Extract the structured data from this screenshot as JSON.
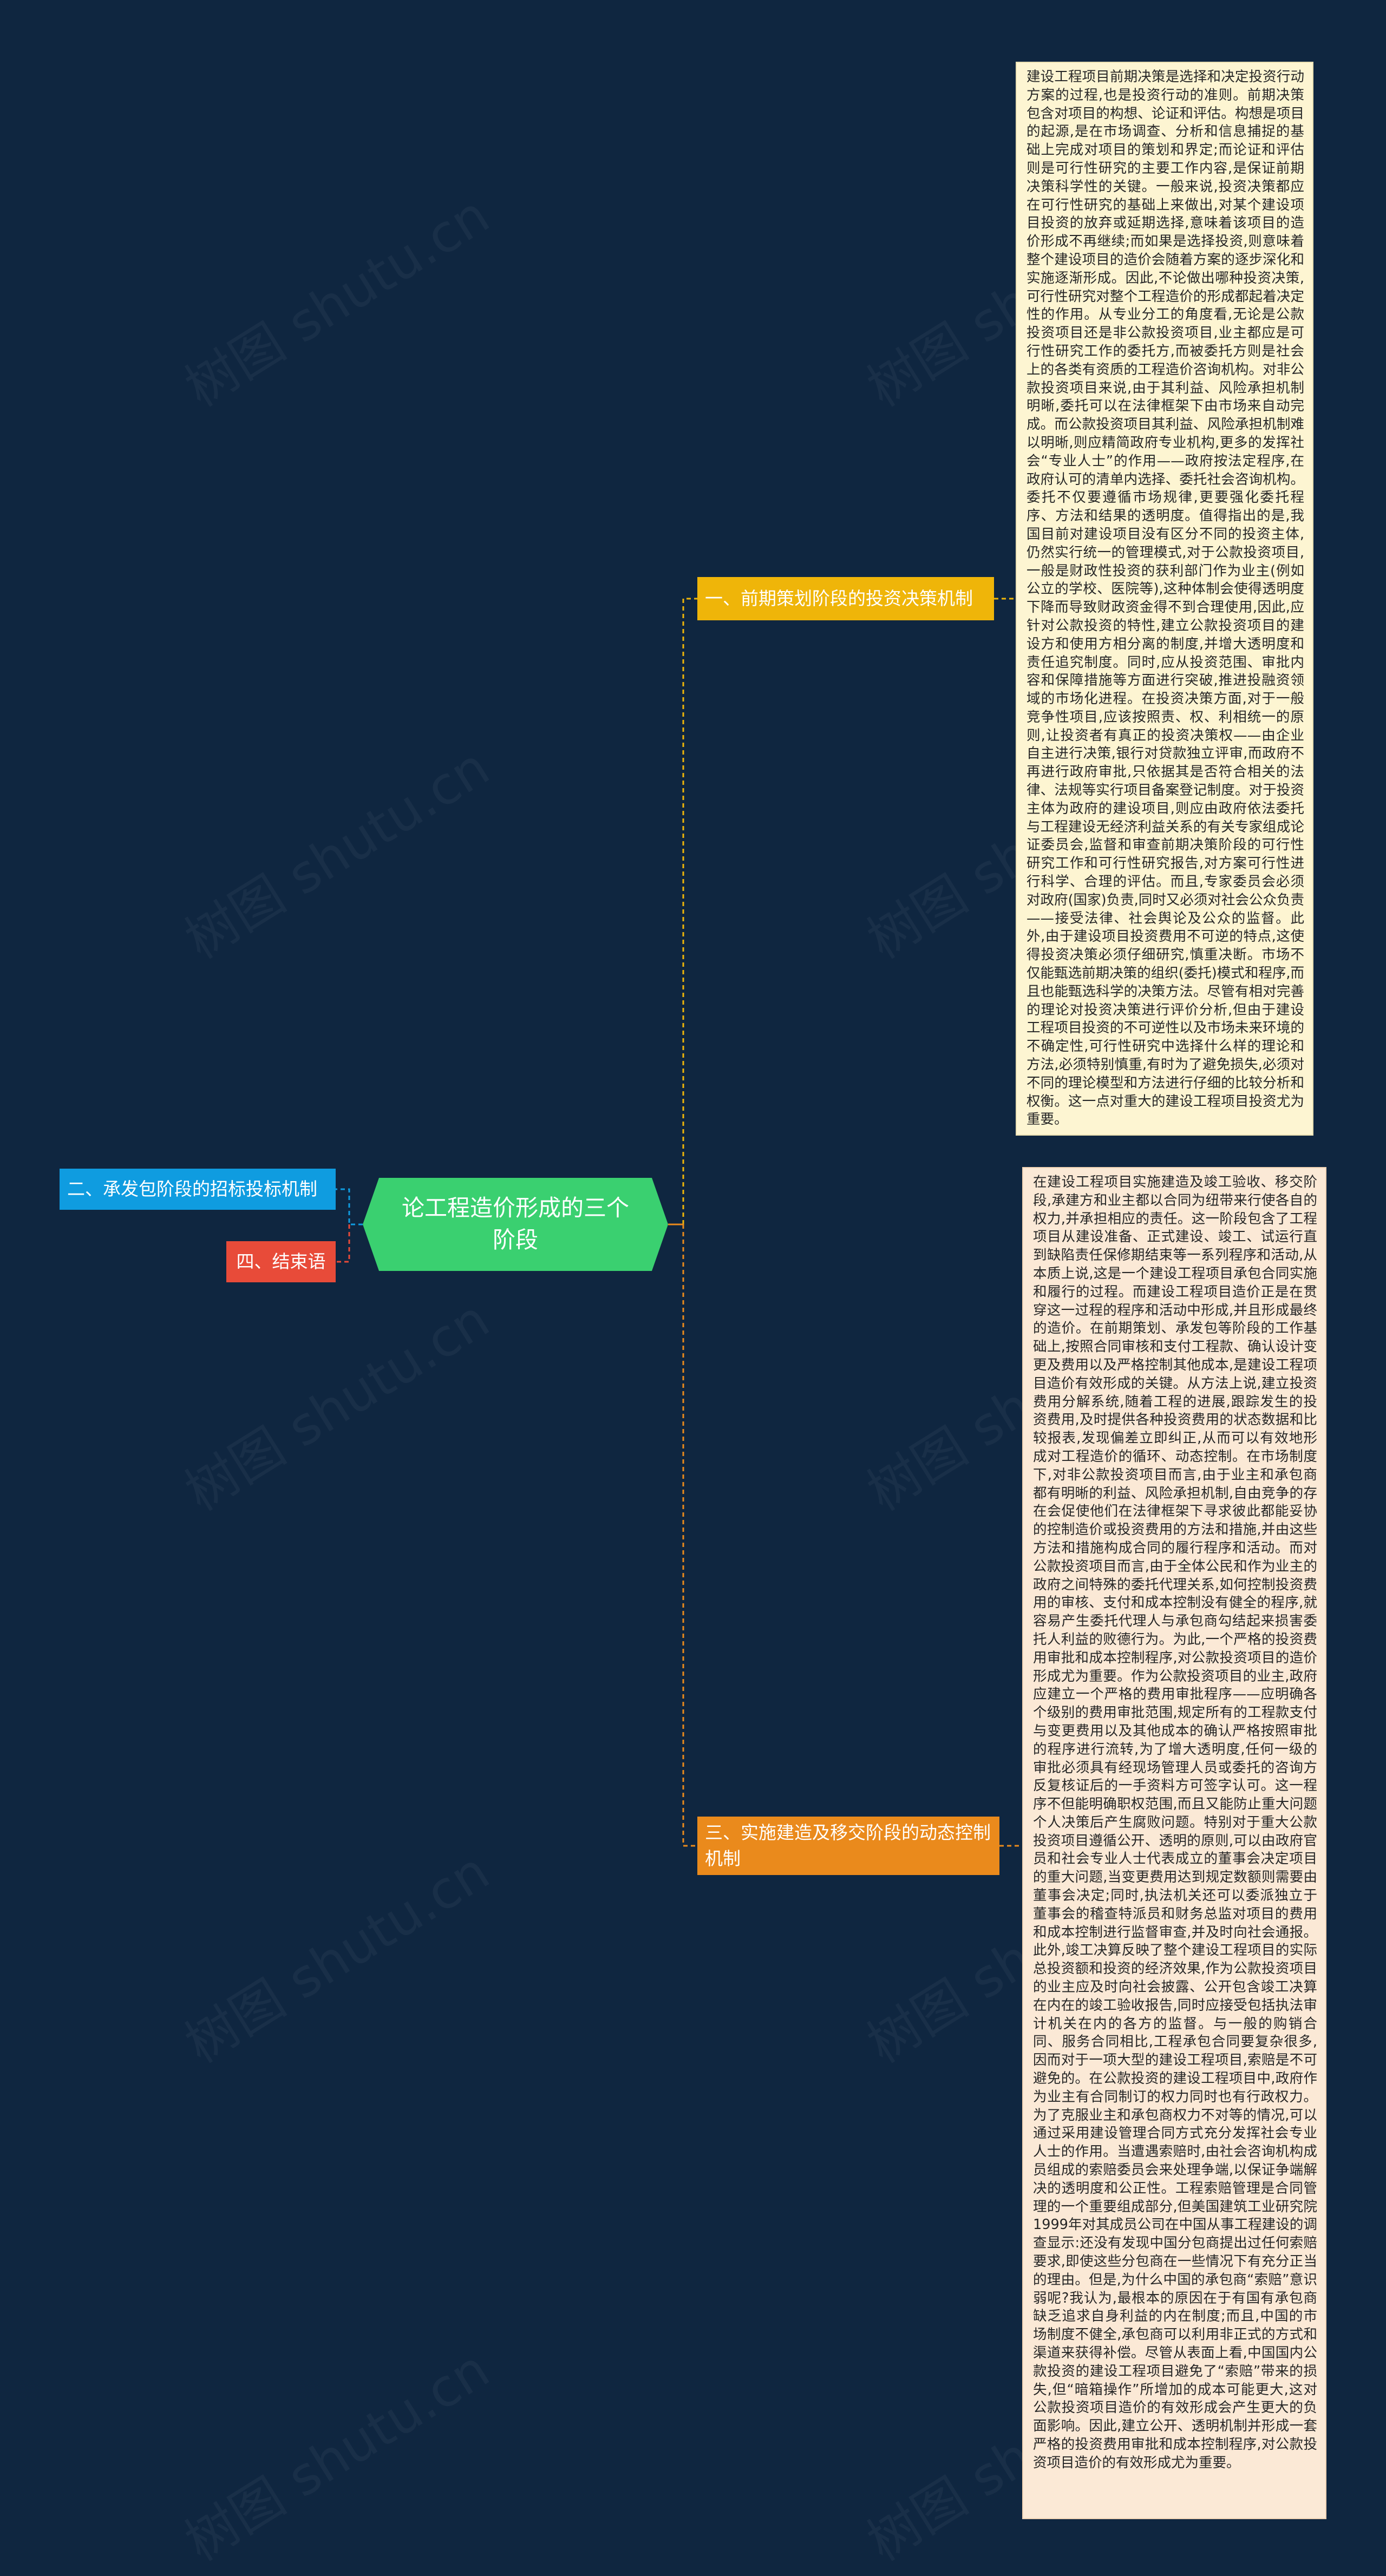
{
  "root": {
    "label": "论工程造价形成的三个阶段"
  },
  "branches": {
    "b1": {
      "label": "一、前期策划阶段的投资决策机制"
    },
    "b2": {
      "label": "二、承发包阶段的招标投标机制"
    },
    "b3": {
      "label": "三、实施建造及移交阶段的动态控制机制"
    },
    "b4": {
      "label": "四、结束语"
    }
  },
  "leaves": {
    "leaf1": "建设工程项目前期决策是选择和决定投资行动方案的过程,也是投资行动的准则。前期决策包含对项目的构想、论证和评估。构想是项目的起源,是在市场调查、分析和信息捕捉的基础上完成对项目的策划和界定;而论证和评估则是可行性研究的主要工作内容,是保证前期决策科学性的关键。一般来说,投资决策都应在可行性研究的基础上来做出,对某个建设项目投资的放弃或延期选择,意味着该项目的造价形成不再继续;而如果是选择投资,则意味着整个建设项目的造价会随着方案的逐步深化和实施逐渐形成。因此,不论做出哪种投资决策,可行性研究对整个工程造价的形成都起着决定性的作用。从专业分工的角度看,无论是公款投资项目还是非公款投资项目,业主都应是可行性研究工作的委托方,而被委托方则是社会上的各类有资质的工程造价咨询机构。对非公款投资项目来说,由于其利益、风险承担机制明晰,委托可以在法律框架下由市场来自动完成。而公款投资项目其利益、风险承担机制难以明晰,则应精简政府专业机构,更多的发挥社会“专业人士”的作用——政府按法定程序,在政府认可的清单内选择、委托社会咨询机构。委托不仅要遵循市场规律,更要强化委托程序、方法和结果的透明度。值得指出的是,我国目前对建设项目没有区分不同的投资主体,仍然实行统一的管理模式,对于公款投资项目,一般是财政性投资的获利部门作为业主(例如公立的学校、医院等),这种体制会使得透明度下降而导致财政资金得不到合理使用,因此,应针对公款投资的特性,建立公款投资项目的建设方和使用方相分离的制度,并增大透明度和责任追究制度。同时,应从投资范围、审批内容和保障措施等方面进行突破,推进投融资领域的市场化进程。在投资决策方面,对于一般竞争性项目,应该按照责、权、利相统一的原则,让投资者有真正的投资决策权——由企业自主进行决策,银行对贷款独立评审,而政府不再进行政府审批,只依据其是否符合相关的法律、法规等实行项目备案登记制度。对于投资主体为政府的建设项目,则应由政府依法委托与工程建设无经济利益关系的有关专家组成论证委员会,监督和审查前期决策阶段的可行性研究工作和可行性研究报告,对方案可行性进行科学、合理的评估。而且,专家委员会必须对政府(国家)负责,同时又必须对社会公众负责——接受法律、社会舆论及公众的监督。此外,由于建设项目投资费用不可逆的特点,这使得投资决策必须仔细研究,慎重决断。市场不仅能甄选前期决策的组织(委托)模式和程序,而且也能甄选科学的决策方法。尽管有相对完善的理论对投资决策进行评价分析,但由于建设工程项目投资的不可逆性以及市场未来环境的不确定性,可行性研究中选择什么样的理论和方法,必须特别慎重,有时为了避免损失,必须对不同的理论模型和方法进行仔细的比较分析和权衡。这一点对重大的建设工程项目投资尤为重要。",
    "leaf3": "在建设工程项目实施建造及竣工验收、移交阶段,承建方和业主都以合同为纽带来行使各自的权力,并承担相应的责任。这一阶段包含了工程项目从建设准备、正式建设、竣工、试运行直到缺陷责任保修期结束等一系列程序和活动,从本质上说,这是一个建设工程项目承包合同实施和履行的过程。而建设工程项目造价正是在贯穿这一过程的程序和活动中形成,并且形成最终的造价。在前期策划、承发包等阶段的工作基础上,按照合同审核和支付工程款、确认设计变更及费用以及严格控制其他成本,是建设工程项目造价有效形成的关键。从方法上说,建立投资费用分解系统,随着工程的进展,跟踪发生的投资费用,及时提供各种投资费用的状态数据和比较报表,发现偏差立即纠正,从而可以有效地形成对工程造价的循环、动态控制。在市场制度下,对非公款投资项目而言,由于业主和承包商都有明晰的利益、风险承担机制,自由竞争的存在会促使他们在法律框架下寻求彼此都能妥协的控制造价或投资费用的方法和措施,并由这些方法和措施构成合同的履行程序和活动。而对公款投资项目而言,由于全体公民和作为业主的政府之间特殊的委托代理关系,如何控制投资费用的审核、支付和成本控制没有健全的程序,就容易产生委托代理人与承包商勾结起来损害委托人利益的败德行为。为此,一个严格的投资费用审批和成本控制程序,对公款投资项目的造价形成尤为重要。作为公款投资项目的业主,政府应建立一个严格的费用审批程序——应明确各个级别的费用审批范围,规定所有的工程款支付与变更费用以及其他成本的确认严格按照审批的程序进行流转,为了增大透明度,任何一级的审批必须具有经现场管理人员或委托的咨询方反复核证后的一手资料方可签字认可。这一程序不但能明确职权范围,而且又能防止重大问题个人决策后产生腐败问题。特别对于重大公款投资项目遵循公开、透明的原则,可以由政府官员和社会专业人士代表成立的董事会决定项目的重大问题,当变更费用达到规定数额则需要由董事会决定;同时,执法机关还可以委派独立于董事会的稽查特派员和财务总监对项目的费用和成本控制进行监督审查,并及时向社会通报。此外,竣工决算反映了整个建设工程项目的实际总投资额和投资的经济效果,作为公款投资项目的业主应及时向社会披露、公开包含竣工决算在内在的竣工验收报告,同时应接受包括执法审计机关在内的各方的监督。与一般的购销合同、服务合同相比,工程承包合同要复杂很多,因而对于一项大型的建设工程项目,索赔是不可避免的。在公款投资的建设工程项目中,政府作为业主有合同制订的权力同时也有行政权力。为了克服业主和承包商权力不对等的情况,可以通过采用建设管理合同方式充分发挥社会专业人士的作用。当遭遇索赔时,由社会咨询机构成员组成的索赔委员会来处理争端,以保证争端解决的透明度和公正性。工程索赔管理是合同管理的一个重要组成部分,但美国建筑工业研究院1999年对其成员公司在中国从事工程建设的调查显示:还没有发现中国分包商提出过任何索赔要求,即使这些分包商在一些情况下有充分正当的理由。但是,为什么中国的承包商“索赔”意识弱呢?我认为,最根本的原因在于有国有承包商缺乏追求自身利益的内在制度;而且,中国的市场制度不健全,承包商可以利用非正式的方式和渠道来获得补偿。尽管从表面上看,中国国内公款投资的建设工程项目避免了“索赔”带来的损失,但“暗箱操作”所增加的成本可能更大,这对公款投资项目造价的有效形成会产生更大的负面影响。因此,建立公开、透明机制并形成一套严格的投资费用审批和成本控制程序,对公款投资项目造价的有效形成尤为重要。"
  },
  "watermark": "树图 shutu.cn",
  "colors": {
    "background": "#0f2640",
    "root": "#3ad070",
    "branch1": "#efb509",
    "branch2": "#0f9ce0",
    "branch3": "#ea8a1c",
    "branch4": "#e84b39",
    "leaf1": "#fdf5d2",
    "leaf3": "#fbe9d6"
  }
}
